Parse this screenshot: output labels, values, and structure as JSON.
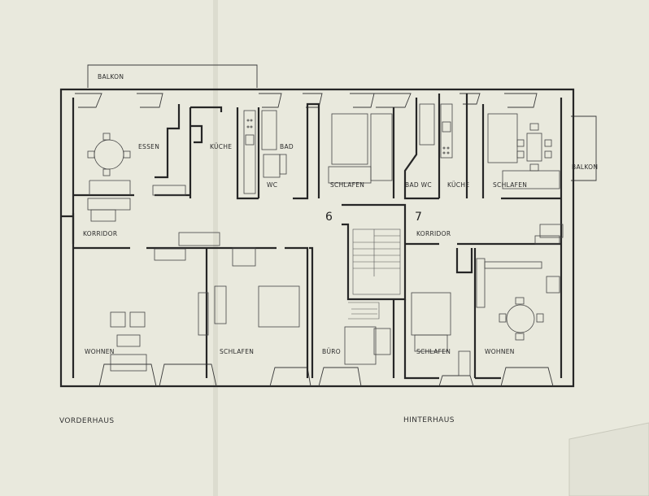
{
  "rooms": {
    "balkon": "BALKON",
    "essen": "ESSEN",
    "kueche_left": "KÜCHE",
    "bad_left": "BAD",
    "wc_left": "WC",
    "schlafen_top_mid": "SCHLAFEN",
    "bad_wc_right": "BAD WC",
    "kueche_right": "KÜCHE",
    "schlafen_top_right": "SCHLAFEN",
    "balkon_right": "BALKON",
    "korridor_left": "KORRIDOR",
    "korridor_right": "KORRIDOR",
    "wohnen_left": "WOHNEN",
    "schlafen_bottom_left": "SCHLAFEN",
    "buero": "BÜRO",
    "schlafen_bottom_right": "SCHLAFEN",
    "wohnen_right": "WOHNEN"
  },
  "unit_numbers": {
    "left": "6",
    "right": "7"
  },
  "captions": {
    "front_building": "VORDERHAUS",
    "rear_building": "HINTERHAUS"
  },
  "colors": {
    "paper": "#e9e9dd",
    "ink": "#262626"
  }
}
